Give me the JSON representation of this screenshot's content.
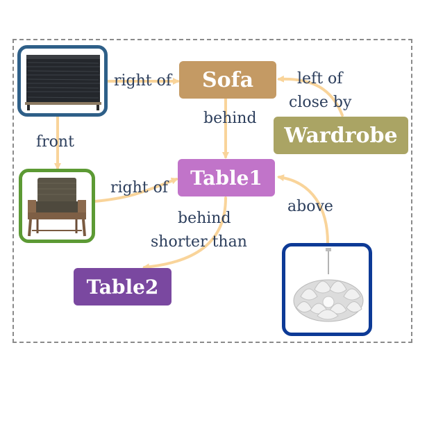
{
  "nodes": {
    "sofa": {
      "label": "Sofa",
      "color": "#c49a64"
    },
    "wardrobe": {
      "label": "Wardrobe",
      "color": "#aaa464"
    },
    "table1": {
      "label": "Table1",
      "color": "#c174c9"
    },
    "table2": {
      "label": "Table2",
      "color": "#7a48a0"
    }
  },
  "images": {
    "dresser": {
      "border": "#2e5f88",
      "icon": "dresser-image"
    },
    "armchair": {
      "border": "#5c9a34",
      "icon": "armchair-image"
    },
    "lamp": {
      "border": "#0d3a96",
      "icon": "pendant-lamp-image"
    }
  },
  "edges": {
    "dresser_sofa": "right of",
    "wardrobe_sofa_1": "left of",
    "wardrobe_sofa_2": "close by",
    "sofa_table1": "behind",
    "dresser_armchair": "front",
    "armchair_table1": "right of",
    "lamp_table1": "above",
    "table1_table2_1": "behind",
    "table1_table2_2": "shorter than"
  },
  "colors": {
    "edge": "#f9d49a",
    "label_text": "#2c3e5c",
    "frame": "#8a8a8a"
  }
}
